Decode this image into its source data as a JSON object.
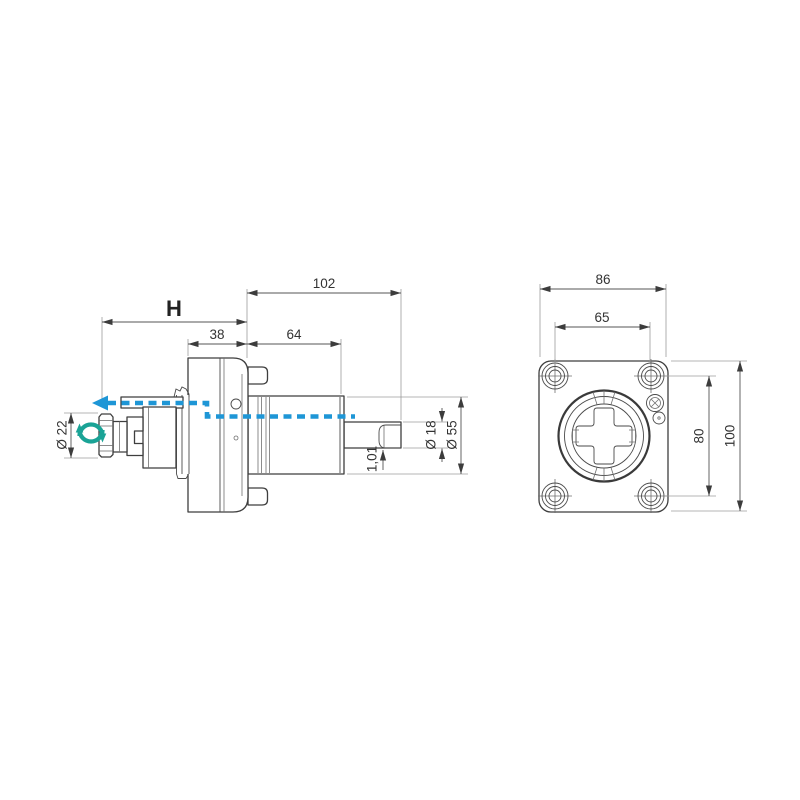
{
  "drawing": {
    "background": "#ffffff",
    "line_color": "#3e3e3e",
    "dim_color": "#555555",
    "text_color": "#333333",
    "path_color": "#1e96d6",
    "rotation_color": "#1aa396"
  },
  "icons": {
    "rotation_icon": "circular-arrows-counterclockwise",
    "direction_icon": "left-dashed-arrow"
  },
  "side_view": {
    "dims": {
      "h": "H",
      "front_length": "38",
      "body_length": "64",
      "total_length": "102",
      "tool_dia": "Ø 22",
      "shaft_dia": "Ø 18",
      "body_dia": "Ø 55",
      "key_step": "1,01"
    }
  },
  "front_view": {
    "dims": {
      "plate_width": "86",
      "hole_spacing_x": "65",
      "hole_spacing_y": "80",
      "plate_height": "100"
    }
  }
}
